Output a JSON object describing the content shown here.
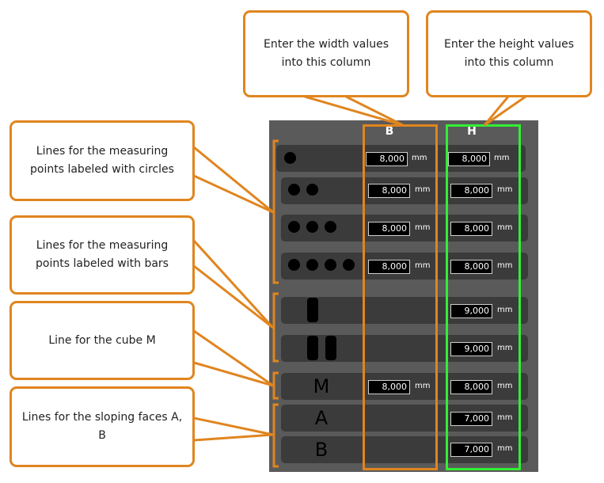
{
  "callouts": {
    "width_column": "Enter the width values into this column",
    "height_column": "Enter the height values into this column",
    "circle_lines": "Lines for the measuring points labeled with circles",
    "bar_lines": "Lines for the measuring points labeled with bars",
    "cube_line": "Line for the cube M",
    "sloping_lines": "Lines for the sloping faces A, B"
  },
  "columns": {
    "width": "B",
    "height": "H"
  },
  "unit": "mm",
  "rows": [
    {
      "label_type": "circles",
      "count": 1,
      "width": "8,000",
      "height": "8,000"
    },
    {
      "label_type": "circles",
      "count": 2,
      "width": "8,000",
      "height": "8,000"
    },
    {
      "label_type": "circles",
      "count": 3,
      "width": "8,000",
      "height": "8,000"
    },
    {
      "label_type": "circles",
      "count": 4,
      "width": "8,000",
      "height": "8,000"
    },
    {
      "label_type": "bars",
      "count": 1,
      "height": "9,000"
    },
    {
      "label_type": "bars",
      "count": 2,
      "height": "9,000"
    },
    {
      "label_type": "letter",
      "label": "M",
      "width": "8,000",
      "height": "8,000"
    },
    {
      "label_type": "letter",
      "label": "A",
      "height": "7,000"
    },
    {
      "label_type": "letter",
      "label": "B",
      "height": "7,000"
    }
  ],
  "colors": {
    "callout_border": "#e0851f",
    "height_frame": "#33ee33",
    "panel": "#5a5a5a",
    "row": "#3b3b3b"
  }
}
